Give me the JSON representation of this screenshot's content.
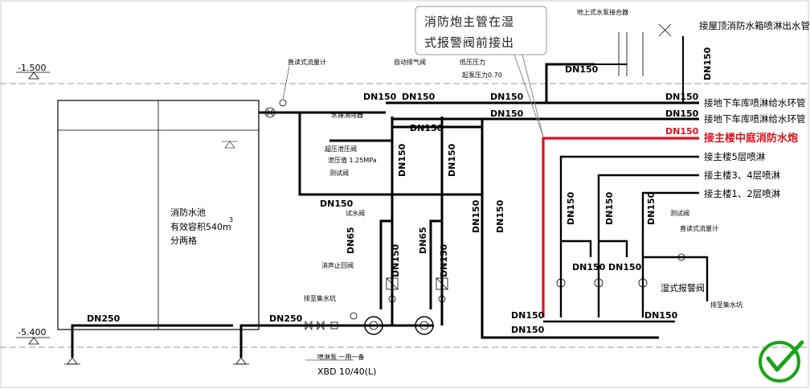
{
  "levels": {
    "upper": "-1.500",
    "lower": "-5.400"
  },
  "callout": {
    "line1": "消防炮主管在湿",
    "line2": "式报警阀前接出"
  },
  "pool": {
    "line1": "消防水池",
    "line2": "有效容积540m",
    "sup": "3",
    "line3": "分两格"
  },
  "labels": {
    "direct_flowmeter": "直读式流量计",
    "auto_vent": "自动排气阀",
    "low_pressure": "低压压力",
    "start_pressure": "起泵压力0.70",
    "tank_pump": "地上式水泵接合器",
    "hammer": "水锤消除器",
    "relief_valve": "超压泄压阀",
    "relief_value": "泄压值 1.25MPa",
    "test_valve": "测试阀",
    "test_valve2": "试水阀",
    "silencer": "消声止回阀",
    "to_drain": "排至集水坑",
    "test_valve3": "测试阀",
    "direct_flowmeter2": "直读式流量计",
    "wet_alarm": "湿式报警阀",
    "to_drain2": "排至集水坑",
    "pump": "喷淋泵  一用一备",
    "pump_model": "XBD 10/40(L)"
  },
  "dn": {
    "dn150": "DN150",
    "dn250": "DN250",
    "dn65": "DN65",
    "dn150_red": "DN150"
  },
  "right": {
    "roof": "接屋顶消防水箱喷淋出水管",
    "garage1": "接地下车库喷淋给水环管",
    "garage2": "接地下车库喷淋给水环管",
    "cannon": "接主楼中庭消防水炮",
    "floor5": "接主楼5层喷淋",
    "floor34": "接主楼3、4层喷淋",
    "floor12": "接主楼1、2层喷淋"
  },
  "colors": {
    "line": "#000000",
    "highlight": "#e0121b",
    "check": "#1aa31a",
    "dash": "#666666"
  }
}
